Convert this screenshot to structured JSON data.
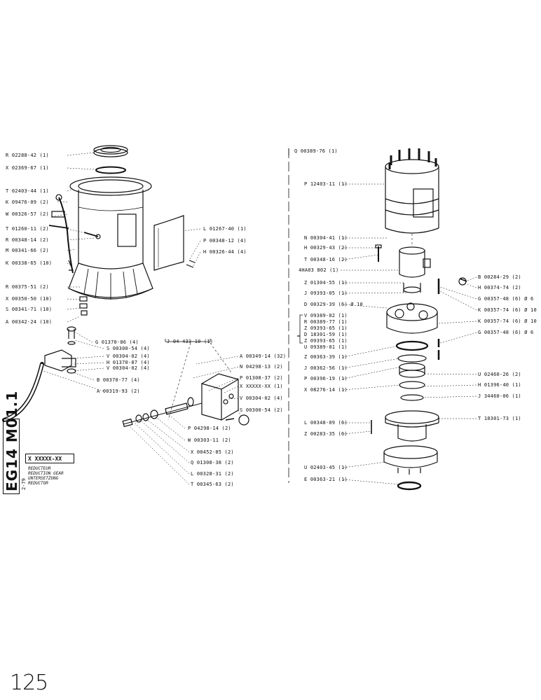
{
  "sheet": {
    "code": "EG14 M01.1",
    "date": "2-79",
    "page_number": "125",
    "title_code": "X XXXXX-XX",
    "title_lines": [
      "REDUCTEUR",
      "REDUCTION GEAR",
      "UNTERSETZUNG",
      "REDUCTOR"
    ]
  },
  "groups": {
    "center_ref": "J 04 433-10 (1)",
    "right_ref": "Q 00389-76 (1)"
  },
  "labels_left": [
    "R 02288-42 (1)",
    "X 02369-67 (1)",
    "T 02403-44 (1)",
    "K 09476-09 (2)",
    "W 00326-57 (2)",
    "T 01260-11 (2)",
    "R 00348-14 (2)",
    "M 00341-66 (2)",
    "K 00338-65 (10)",
    "R 00375-51 (2)",
    "X 00350-50 (10)",
    "S 00341-71 (10)",
    "A 00342-24 (10)"
  ],
  "labels_housing_right": [
    "L 01267-40 (1)",
    "P 00348-12 (4)",
    "H 00326-44 (4)"
  ],
  "labels_fitting": [
    "G 01370-86 (4)",
    "S 00300-54 (4)",
    "V 00304-02 (4)",
    "H 01370-87 (4)",
    "V 00304-02 (4)",
    "B 00370-77 (4)",
    "A 00319-93 (2)"
  ],
  "labels_center_right": [
    "A 00349-14 (32)",
    "N 04298-13 (2)",
    "P 01308-37 (2)",
    "X XXXXX-XX (1)",
    "V 00304-02 (4)",
    "S 00300-54 (2)"
  ],
  "labels_center_bottom": [
    "P 04298-14 (2)",
    "W 00303-11 (2)",
    "X 00452-85 (2)",
    "Q 01308-38 (2)",
    "L 00328-31 (2)",
    "T 00345-63 (2)"
  ],
  "labels_right_col": [
    "P 12403-11 (1)",
    "N 00304-41 (1)",
    "H 00329-43 (2)",
    "T 00348-16 (2)",
    "4HA03 802 (1)",
    "Z 01304-55 (1)",
    "J 09393-05 (1)",
    "D 00329-39 (6) Ø 10"
  ],
  "labels_bracket_group": [
    "V 09389-02 (1)",
    "R 00389-77 (1)",
    "Z 09393-65 (1)",
    "D 18301-59 (1)",
    "Z 09393-65 (1)",
    "U 09389-01 (1)"
  ],
  "labels_right_col2": [
    "Z 00363-39 (1)",
    "J 00362-56 (1)",
    "P 00396-19 (1)",
    "X 08276-14 (1)",
    "L 00348-09 (6)",
    "Z 00283-35 (6)",
    "U 02403-45 (1)",
    "E 00363-21 (1)"
  ],
  "labels_far_right": [
    "B 00284-29 (2)",
    "H 00374-74 (2)",
    "G 00357-48 (6) Ø 6",
    "K 00357-74 (6) Ø 10",
    "K 00357-74 (6) Ø 10",
    "G 00357-48 (6) Ø 6",
    "U 02460-26 (2)",
    "H 01396-40 (1)",
    "J 34460-06 (1)",
    "T 18301-73 (1)"
  ]
}
